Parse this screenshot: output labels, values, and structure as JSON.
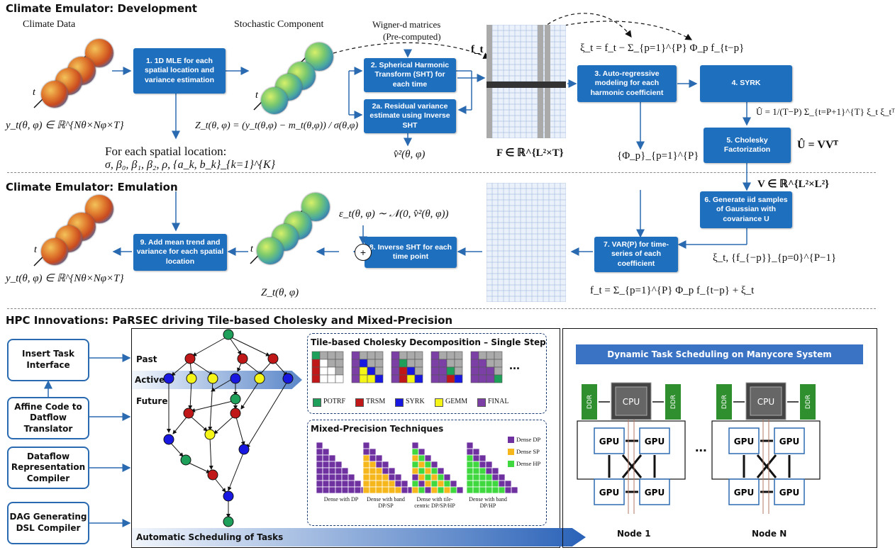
{
  "sections": {
    "development": "Climate Emulator: Development",
    "emulation": "Climate Emulator: Emulation",
    "hpc": "HPC Innovations: PaRSEC driving Tile-based Cholesky and Mixed-Precision"
  },
  "dev": {
    "climate_data": "Climate Data",
    "stochastic": "Stochastic Component",
    "wigner": "Wigner-d matrices",
    "precomputed": "(Pre-computed)",
    "step1": "1. 1D MLE for each spatial location and variance estimation",
    "step2": "2. Spherical Harmonic Transform (SHT) for each time",
    "step2a": "2a. Residual variance estimate using Inverse SHT",
    "step3": "3. Auto-regressive modeling for each harmonic coefficient",
    "step4": "4. SYRK",
    "step5": "5. Cholesky Factorization",
    "y_label": "y_t(θ, φ) ∈ ℝ^{Nθ×Nφ×T}",
    "z_label": "Z_t(θ, φ) = (y_t(θ,φ) − m_t(θ,φ)) / σ(θ,φ)",
    "for_each": "For each spatial location:",
    "params": "σ, β₀, β₁, β₂, ρ, {a_k, b_k}_{k=1}^{K}",
    "v_hat": "v̂²(θ, φ)",
    "F_label": "F ∈ ℝ^{L²×T}",
    "f_t": "f_t",
    "xi_eq": "ξ_t = f_t − Σ_{p=1}^{P} Φ_p f_{t−p}",
    "phi_set": "{Φ_p}_{p=1}^{P}",
    "U_hat_eq": "Û = 1/(T−P) Σ_{t=P+1}^{T} ξ_t ξ_tᵀ",
    "U_vv": "Û = VVᵀ"
  },
  "emu": {
    "step6": "6. Generate iid samples of Gaussian with covariance U",
    "step7": "7. VAR(P) for time-series of each coefficient",
    "step8": "8. Inverse SHT for each time point",
    "step9": "9. Add mean trend and variance for each spatial location",
    "V_label": "V ∈ ℝ^{L²×L²}",
    "xi_set": "ξ_t, {f_{−p}}_{p=0}^{P−1}",
    "f_eq": "f_t = Σ_{p=1}^{P} Φ_p f_{t−p} + ξ_t",
    "eps_eq": "ε_t(θ, φ) ∼ 𝒩(0, v̂²(θ, φ))",
    "z_label": "Z_t(θ, φ)",
    "y_label": "y_t(θ, φ) ∈ ℝ^{Nθ×Nφ×T}",
    "plus": "+"
  },
  "hpc": {
    "insert": "Insert Task Interface",
    "affine": "Affine Code to Datflow Translator",
    "dataflow": "Dataflow Representation Compiler",
    "dag": "DAG Generating DSL Compiler",
    "past": "Past",
    "active": "Active",
    "future": "Future",
    "auto": "Automatic Scheduling of Tasks",
    "tile_title": "Tile-based Cholesky Decomposition – Single Step",
    "ellipsis": "...",
    "legend": [
      {
        "label": "POTRF",
        "color": "#1fa05a"
      },
      {
        "label": "TRSM",
        "color": "#c01818"
      },
      {
        "label": "SYRK",
        "color": "#1818e0"
      },
      {
        "label": "GEMM",
        "color": "#f5f518"
      },
      {
        "label": "FINAL",
        "color": "#7b3fa6"
      }
    ],
    "mp_title": "Mixed-Precision Techniques",
    "mp_legend": [
      {
        "label": "Dense DP",
        "color": "#6f30a0"
      },
      {
        "label": "Dense SP",
        "color": "#f5b71c"
      },
      {
        "label": "Dense HP",
        "color": "#3fd83f"
      }
    ],
    "mp_captions": [
      "Dense with DP",
      "Dense with band DP/SP",
      "Dense with tile-centric DP/SP/HP",
      "Dense with band DP/HP"
    ],
    "dyn_title": "Dynamic Task Scheduling on Manycore System",
    "cpu": "CPU",
    "ddr": "DDR",
    "gpu": "GPU",
    "node1": "Node 1",
    "nodeN": "Node N",
    "dots": "..."
  }
}
